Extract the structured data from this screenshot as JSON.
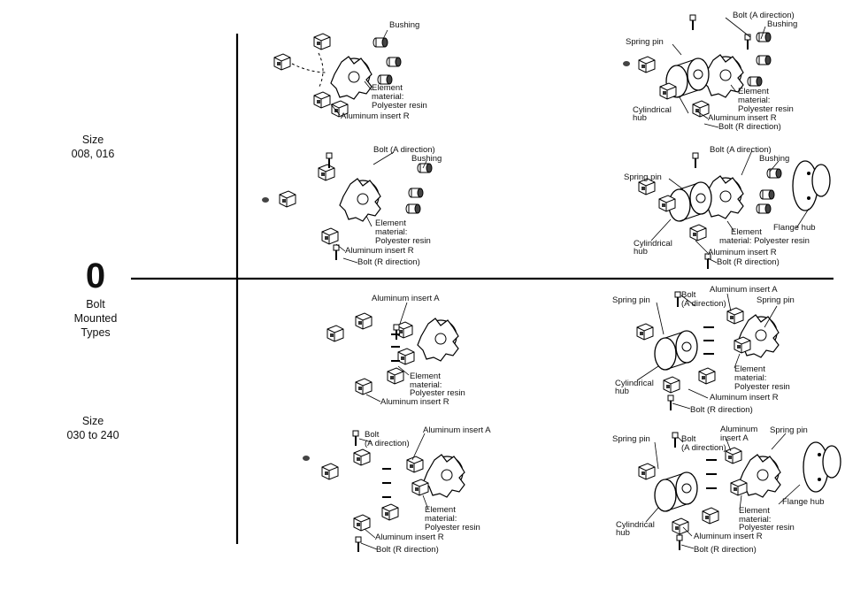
{
  "left": {
    "upper_size_title": "Size",
    "upper_size_range": "008, 016",
    "symbol": "0",
    "type_line1": "Bolt",
    "type_line2": "Mounted",
    "type_line3": "Types",
    "lower_size_title": "Size",
    "lower_size_range": "030 to 240"
  },
  "panels": {
    "p1": {
      "bushing": "Bushing",
      "element": "Element",
      "material": "material:",
      "resin": "Polyester resin",
      "insert_r": "Aluminum insert R"
    },
    "p2": {
      "bolt_a": "Bolt (A direction)",
      "bushing": "Bushing",
      "spring_pin": "Spring pin",
      "element": "Element",
      "material": "material:",
      "resin": "Polyester resin",
      "cyl1": "Cylindrical",
      "cyl2": "hub",
      "insert_r": "Aluminum insert R",
      "bolt_r": "Bolt (R direction)"
    },
    "p3": {
      "bolt_a": "Bolt (A direction)",
      "bushing": "Bushing",
      "element": "Element",
      "material": "material:",
      "resin": "Polyester resin",
      "insert_r": "Aluminum insert R",
      "bolt_r": "Bolt (R direction)"
    },
    "p4": {
      "bolt_a": "Bolt (A direction)",
      "bushing": "Bushing",
      "spring_pin": "Spring pin",
      "flange_hub": "Flange hub",
      "element": "Element",
      "material_resin": "material: Polyester resin",
      "cyl1": "Cylindrical",
      "cyl2": "hub",
      "insert_r": "Aluminum insert R",
      "bolt_r": "Bolt (R direction)"
    },
    "p5": {
      "insert_a": "Aluminum insert A",
      "element": "Element",
      "material": "material:",
      "resin": "Polyester resin",
      "insert_r": "Aluminum insert R"
    },
    "p6": {
      "spring_pin_l": "Spring pin",
      "bolt1": "Bolt",
      "bolt2": "(A direction)",
      "insert_a": "Aluminum insert A",
      "spring_pin_r": "Spring pin",
      "element": "Element",
      "material": "material:",
      "resin": "Polyester resin",
      "cyl1": "Cylindrical",
      "cyl2": "hub",
      "insert_r": "Aluminum insert R",
      "bolt_r": "Bolt (R direction)"
    },
    "p7": {
      "bolt1": "Bolt",
      "bolt2": "(A direction)",
      "insert_a": "Aluminum insert A",
      "element": "Element",
      "material": "material:",
      "resin": "Polyester resin",
      "insert_r": "Aluminum insert R",
      "bolt_r": "Bolt (R direction)"
    },
    "p8": {
      "spring_pin": "Spring pin",
      "bolt1": "Bolt",
      "bolt2": "(A direction)",
      "insert_a1": "Aluminum",
      "insert_a2": "insert A",
      "spring_pin_r": "Spring pin",
      "element": "Element",
      "material": "material:",
      "resin": "Polyester resin",
      "flange_hub": "Flange hub",
      "cyl1": "Cylindrical",
      "cyl2": "hub",
      "insert_r": "Aluminum insert R",
      "bolt_r": "Bolt (R direction)"
    }
  }
}
